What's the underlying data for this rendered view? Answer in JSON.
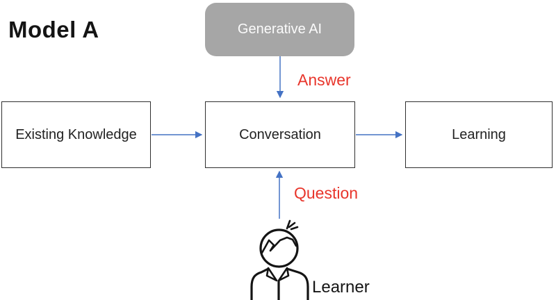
{
  "title": "Model A",
  "nodes": {
    "generative_ai": {
      "label": "Generative AI"
    },
    "existing_knowledge": {
      "label": "Existing Knowledge"
    },
    "conversation": {
      "label": "Conversation"
    },
    "learning": {
      "label": "Learning"
    }
  },
  "edges": {
    "answer": {
      "label": "Answer"
    },
    "question": {
      "label": "Question"
    }
  },
  "actor": {
    "label": "Learner",
    "icon": "person-outline-icon"
  },
  "colors": {
    "box_gray": "#a6a6a6",
    "arrow_blue": "#4472c4",
    "label_red": "#e8352b",
    "box_border": "#2e2e2e",
    "text_dark": "#222222",
    "genai_text": "#fbfbfb"
  }
}
